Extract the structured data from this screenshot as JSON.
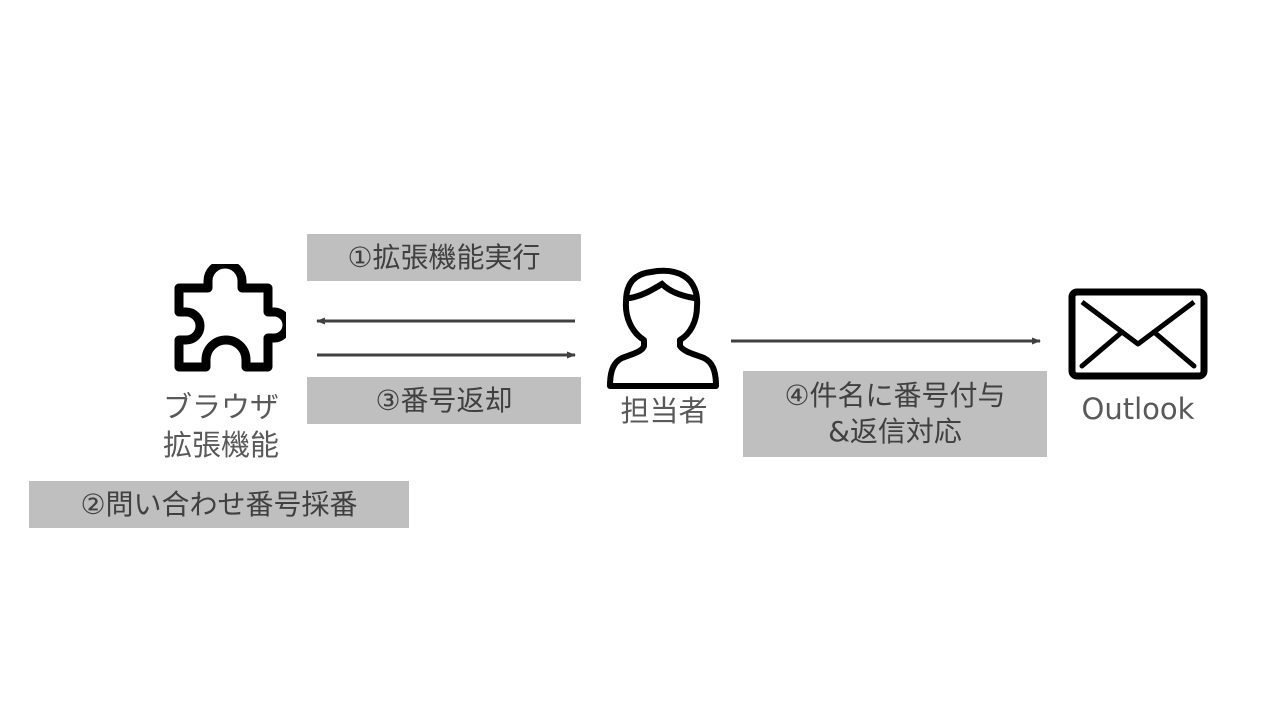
{
  "nodes": {
    "extension": {
      "label_line1": "ブラウザ",
      "label_line2": "拡張機能",
      "icon": "puzzle-piece-icon"
    },
    "operator": {
      "label": "担当者",
      "icon": "person-icon"
    },
    "outlook": {
      "label": "Outlook",
      "icon": "envelope-icon"
    }
  },
  "steps": {
    "step1": "①拡張機能実行",
    "step2": "②問い合わせ番号採番",
    "step3": "③番号返却",
    "step4_line1": "④件名に番号付与",
    "step4_line2": "&返信対応"
  },
  "colors": {
    "step_box_fill": "#bfbfbf",
    "text": "#404040",
    "node_label": "#595959",
    "arrow": "#404040",
    "icon": "#000000"
  }
}
